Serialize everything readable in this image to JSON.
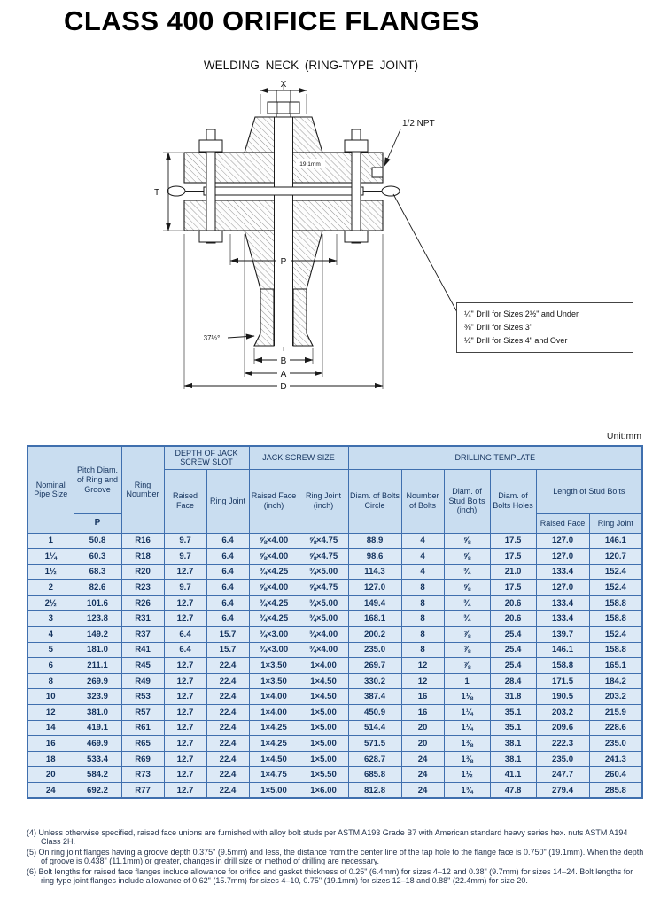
{
  "page": {
    "title": "CLASS 400 ORIFICE FLANGES",
    "subtitle": "WELDING NECK (RING-TYPE JOINT)",
    "unit_label": "Unit:mm"
  },
  "colors": {
    "table_border": "#3f6fae",
    "header_bg": "#c9ddf0",
    "row_bg": "#dce9f6",
    "table_text": "#14335e"
  },
  "drawing": {
    "dim_labels": {
      "x": "X",
      "t": "T",
      "p": "P",
      "b": "B",
      "a": "A",
      "d": "D",
      "npt": "1/2 NPT",
      "tap_depth": "19.1mm",
      "bevel_angle": "37½°"
    },
    "callout": {
      "lines": [
        "¼\" Drill for Sizes 2½\" and Under",
        "⅜\" Drill for Sizes 3\"",
        "½\" Drill for Sizes 4\" and Over"
      ]
    }
  },
  "table": {
    "headers": {
      "nominal_pipe_size": "Nominal Pipe Size",
      "pitch_diam": "Pitch Diam. of Ring and Groove",
      "pitch_symbol": "P",
      "ring_number": "Ring Noumber",
      "depth_group": "DEPTH OF JACK SCREW SLOT",
      "jack_group": "JACK SCREW SIZE",
      "drilling_group": "DRILLING TEMPLATE",
      "depth_raised": "Raised Face",
      "depth_ring": "Ring Joint",
      "jack_raised": "Raised Face (inch)",
      "jack_ring": "Ring Joint (inch)",
      "bolt_circle": "Diam. of Bolts Circle",
      "bolt_count": "Noumber of Bolts",
      "stud_diam": "Diam. of Stud Bolts (inch)",
      "hole_diam": "Diam. of Bolts Holes",
      "stud_length_group": "Length of Stud Bolts",
      "length_raised": "Raised Face",
      "length_ring": "Ring Joint"
    },
    "rows": [
      [
        "1",
        "50.8",
        "R16",
        "9.7",
        "6.4",
        "⅝×4.00",
        "⅝×4.75",
        "88.9",
        "4",
        "⅝",
        "17.5",
        "127.0",
        "146.1"
      ],
      [
        "1¼",
        "60.3",
        "R18",
        "9.7",
        "6.4",
        "⅝×4.00",
        "⅝×4.75",
        "98.6",
        "4",
        "⅝",
        "17.5",
        "127.0",
        "120.7"
      ],
      [
        "1½",
        "68.3",
        "R20",
        "12.7",
        "6.4",
        "¾×4.25",
        "¾×5.00",
        "114.3",
        "4",
        "¾",
        "21.0",
        "133.4",
        "152.4"
      ],
      [
        "2",
        "82.6",
        "R23",
        "9.7",
        "6.4",
        "⅝×4.00",
        "⅝×4.75",
        "127.0",
        "8",
        "⅝",
        "17.5",
        "127.0",
        "152.4"
      ],
      [
        "2½",
        "101.6",
        "R26",
        "12.7",
        "6.4",
        "¾×4.25",
        "¾×5.00",
        "149.4",
        "8",
        "¾",
        "20.6",
        "133.4",
        "158.8"
      ],
      [
        "3",
        "123.8",
        "R31",
        "12.7",
        "6.4",
        "¾×4.25",
        "¾×5.00",
        "168.1",
        "8",
        "¾",
        "20.6",
        "133.4",
        "158.8"
      ],
      [
        "4",
        "149.2",
        "R37",
        "6.4",
        "15.7",
        "¾×3.00",
        "¾×4.00",
        "200.2",
        "8",
        "⅞",
        "25.4",
        "139.7",
        "152.4"
      ],
      [
        "5",
        "181.0",
        "R41",
        "6.4",
        "15.7",
        "¾×3.00",
        "¾×4.00",
        "235.0",
        "8",
        "⅞",
        "25.4",
        "146.1",
        "158.8"
      ],
      [
        "6",
        "211.1",
        "R45",
        "12.7",
        "22.4",
        "1×3.50",
        "1×4.00",
        "269.7",
        "12",
        "⅞",
        "25.4",
        "158.8",
        "165.1"
      ],
      [
        "8",
        "269.9",
        "R49",
        "12.7",
        "22.4",
        "1×3.50",
        "1×4.50",
        "330.2",
        "12",
        "1",
        "28.4",
        "171.5",
        "184.2"
      ],
      [
        "10",
        "323.9",
        "R53",
        "12.7",
        "22.4",
        "1×4.00",
        "1×4.50",
        "387.4",
        "16",
        "1⅛",
        "31.8",
        "190.5",
        "203.2"
      ],
      [
        "12",
        "381.0",
        "R57",
        "12.7",
        "22.4",
        "1×4.00",
        "1×5.00",
        "450.9",
        "16",
        "1¼",
        "35.1",
        "203.2",
        "215.9"
      ],
      [
        "14",
        "419.1",
        "R61",
        "12.7",
        "22.4",
        "1×4.25",
        "1×5.00",
        "514.4",
        "20",
        "1¼",
        "35.1",
        "209.6",
        "228.6"
      ],
      [
        "16",
        "469.9",
        "R65",
        "12.7",
        "22.4",
        "1×4.25",
        "1×5.00",
        "571.5",
        "20",
        "1⅜",
        "38.1",
        "222.3",
        "235.0"
      ],
      [
        "18",
        "533.4",
        "R69",
        "12.7",
        "22.4",
        "1×4.50",
        "1×5.00",
        "628.7",
        "24",
        "1⅜",
        "38.1",
        "235.0",
        "241.3"
      ],
      [
        "20",
        "584.2",
        "R73",
        "12.7",
        "22.4",
        "1×4.75",
        "1×5.50",
        "685.8",
        "24",
        "1½",
        "41.1",
        "247.7",
        "260.4"
      ],
      [
        "24",
        "692.2",
        "R77",
        "12.7",
        "22.4",
        "1×5.00",
        "1×6.00",
        "812.8",
        "24",
        "1¾",
        "47.8",
        "279.4",
        "285.8"
      ]
    ]
  },
  "notes": [
    "(4) Unless otherwise specified, raised face unions are furnished with alloy bolt studs per ASTM A193 Grade B7 with American standard heavy series hex. nuts ASTM A194 Class 2H.",
    "(5) On ring joint flanges having a groove depth 0.375\" (9.5mm) and less, the distance from the center line of the tap hole to the flange face is 0.750\" (19.1mm). When the depth of groove is 0.438\" (11.1mm) or greater, changes in drill size or method of drilling are necessary.",
    "(6) Bolt lengths for raised face flanges include allowance for orifice and gasket thickness of 0.25\" (6.4mm) for sizes 4–12 and 0.38\" (9.7mm) for sizes 14–24. Bolt lengths for ring type joint flanges include allowance of 0.62\" (15.7mm) for sizes 4–10, 0.75\" (19.1mm) for sizes 12–18 and 0.88\" (22.4mm) for size 20."
  ]
}
